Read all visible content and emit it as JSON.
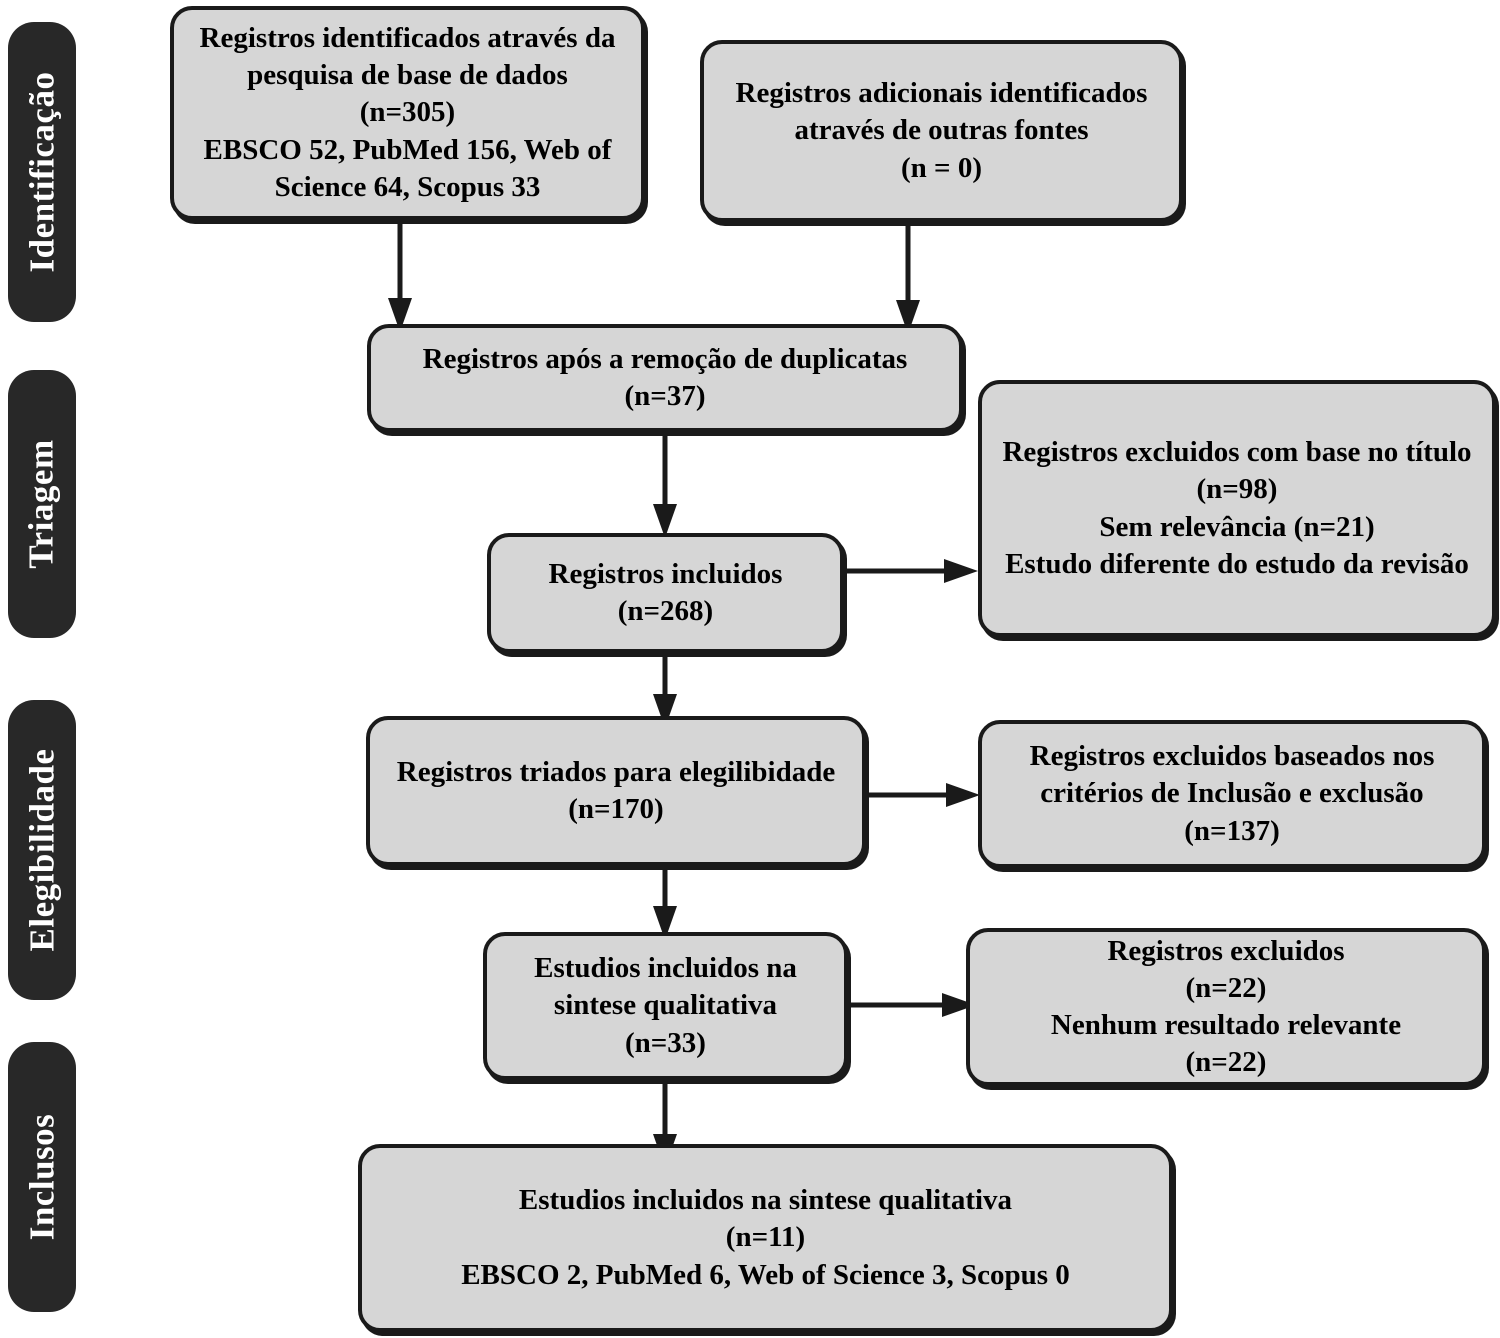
{
  "diagram": {
    "title": "PRISMA flow diagram",
    "colors": {
      "box_fill": "#d6d6d6",
      "box_border": "#1a1a1a",
      "stage_pill_fill": "#282828",
      "stage_pill_text": "#ffffff",
      "arrow": "#1a1a1a",
      "background": "#ffffff"
    },
    "stages": [
      {
        "id": "identificacao",
        "label": "Identificação"
      },
      {
        "id": "triagem",
        "label": "Triagem"
      },
      {
        "id": "elegibilidade",
        "label": "Elegibilidade"
      },
      {
        "id": "inclusos",
        "label": "Inclusos"
      }
    ],
    "boxes": [
      {
        "id": "records-identified-database",
        "stage": "identificacao",
        "text": "Registros identificados através da\npesquisa de base de dados\n(n=305)\nEBSCO 52, PubMed 156, Web of\nScience 64, Scopus 33"
      },
      {
        "id": "records-identified-other-sources",
        "stage": "identificacao",
        "text": "Registros adicionais identificados\natravés de outras fontes\n(n = 0)"
      },
      {
        "id": "records-after-duplicates",
        "stage": "triagem",
        "text": "Registros após a remoção de duplicatas\n(n=37)"
      },
      {
        "id": "records-included-screening",
        "stage": "triagem",
        "text": "Registros incluidos\n(n=268)"
      },
      {
        "id": "records-excluded-title",
        "stage": "triagem",
        "text": "Registros excluidos com base no título\n(n=98)\nSem relevância (n=21)\nEstudo diferente do estudo da revisão"
      },
      {
        "id": "records-screened-eligibility",
        "stage": "elegibilidade",
        "text": "Registros triados para elegilibidade\n(n=170)"
      },
      {
        "id": "records-excluded-criteria",
        "stage": "elegibilidade",
        "text": "Registros excluidos baseados nos\ncritérios de Inclusão e exclusão\n(n=137)"
      },
      {
        "id": "studies-qualitative-synthesis-33",
        "stage": "elegibilidade",
        "text": "Estudios incluidos na\nsintese qualitativa\n(n=33)"
      },
      {
        "id": "records-excluded-no-relevant-result",
        "stage": "elegibilidade",
        "text": "Registros excluidos\n(n=22)\nNenhum resultado relevante\n(n=22)"
      },
      {
        "id": "studies-qualitative-synthesis-11",
        "stage": "inclusos",
        "text": "Estudios incluidos na sintese qualitativa\n(n=11)\nEBSCO 2, PubMed 6, Web of Science 3, Scopus 0"
      }
    ],
    "chart_data": {
      "type": "diagram",
      "diagram_kind": "prisma-flow",
      "nodes": [
        {
          "id": "records-identified-database",
          "label": "Registros identificados através da pesquisa de base de dados",
          "n": 305,
          "breakdown": {
            "EBSCO": 52,
            "PubMed": 156,
            "Web of Science": 64,
            "Scopus": 33
          }
        },
        {
          "id": "records-identified-other-sources",
          "label": "Registros adicionais identificados através de outras fontes",
          "n": 0
        },
        {
          "id": "records-after-duplicates",
          "label": "Registros após a remoção de duplicatas",
          "n": 37
        },
        {
          "id": "records-included-screening",
          "label": "Registros incluidos",
          "n": 268
        },
        {
          "id": "records-excluded-title",
          "label": "Registros excluidos com base no título",
          "n": 98,
          "sub": [
            {
              "label": "Sem relevância",
              "n": 21
            },
            {
              "label": "Estudo diferente do estudo da revisão",
              "n": null
            }
          ]
        },
        {
          "id": "records-screened-eligibility",
          "label": "Registros triados para elegilibidade",
          "n": 170
        },
        {
          "id": "records-excluded-criteria",
          "label": "Registros excluidos baseados nos critérios de Inclusão e exclusão",
          "n": 137
        },
        {
          "id": "studies-qualitative-synthesis-33",
          "label": "Estudios incluidos na sintese qualitativa",
          "n": 33
        },
        {
          "id": "records-excluded-no-relevant-result",
          "label": "Registros excluidos",
          "n": 22,
          "sub": [
            {
              "label": "Nenhum resultado relevante",
              "n": 22
            }
          ]
        },
        {
          "id": "studies-qualitative-synthesis-11",
          "label": "Estudios incluidos na sintese qualitativa",
          "n": 11,
          "breakdown": {
            "EBSCO": 2,
            "PubMed": 6,
            "Web of Science": 3,
            "Scopus": 0
          }
        }
      ],
      "edges": [
        {
          "from": "records-identified-database",
          "to": "records-after-duplicates",
          "direction": "down"
        },
        {
          "from": "records-identified-other-sources",
          "to": "records-after-duplicates",
          "direction": "down"
        },
        {
          "from": "records-after-duplicates",
          "to": "records-included-screening",
          "direction": "down"
        },
        {
          "from": "records-included-screening",
          "to": "records-excluded-title",
          "direction": "right"
        },
        {
          "from": "records-included-screening",
          "to": "records-screened-eligibility",
          "direction": "down"
        },
        {
          "from": "records-screened-eligibility",
          "to": "records-excluded-criteria",
          "direction": "right"
        },
        {
          "from": "records-screened-eligibility",
          "to": "studies-qualitative-synthesis-33",
          "direction": "down"
        },
        {
          "from": "studies-qualitative-synthesis-33",
          "to": "records-excluded-no-relevant-result",
          "direction": "right"
        },
        {
          "from": "studies-qualitative-synthesis-33",
          "to": "studies-qualitative-synthesis-11",
          "direction": "down"
        }
      ]
    }
  }
}
